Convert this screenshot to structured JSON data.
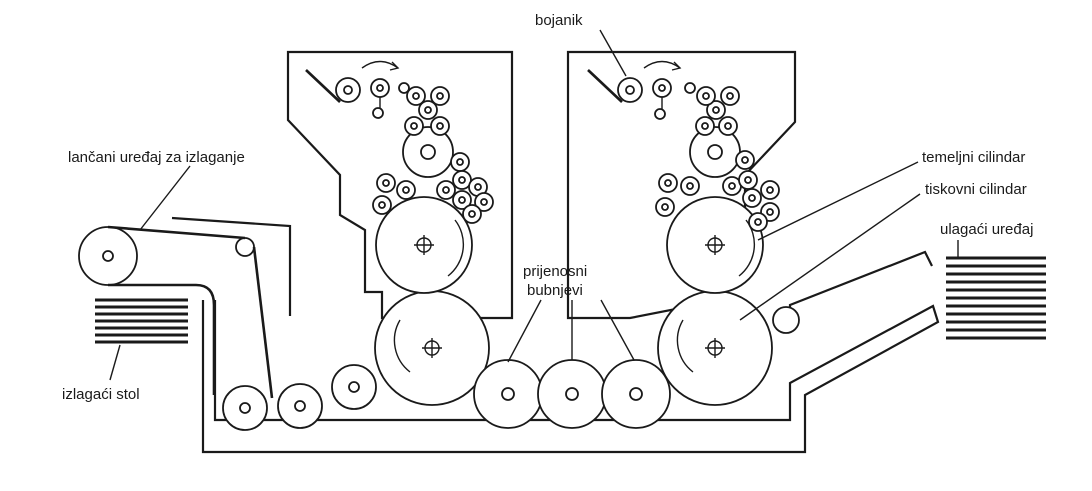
{
  "labels": {
    "inking_unit": "bojanik",
    "delivery_chain": "lančani uređaj za izlaganje",
    "impression_cylinder_top": "temeljni cilindar",
    "printing_cylinder": "tiskovni cilindar",
    "feeder": "ulagaći uređaj",
    "transfer_drums_line1": "prijenosni",
    "transfer_drums_line2": "bubnjevi",
    "delivery_table": "izlagaći stol"
  }
}
